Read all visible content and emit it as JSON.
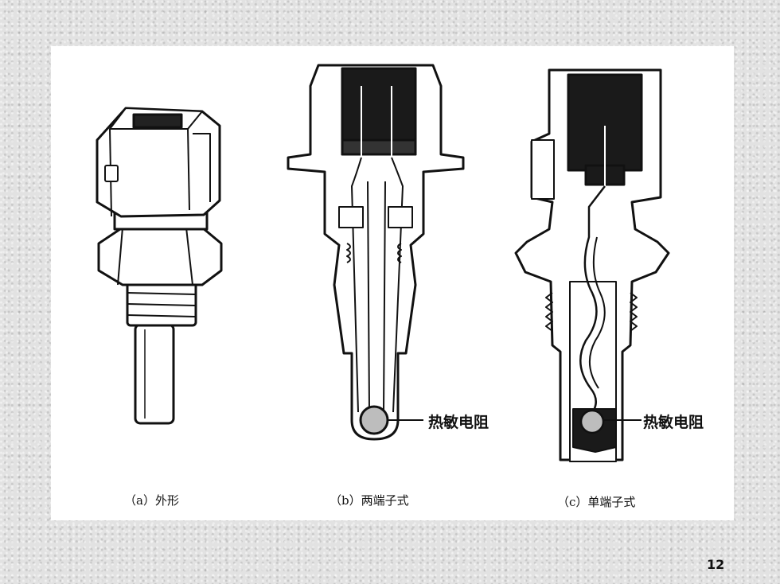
{
  "figure": {
    "callout_b": "热敏电阻",
    "callout_c": "热敏电阻",
    "caption_a": "（a）外形",
    "caption_b": "（b）两端子式",
    "caption_c": "（c）单端子式"
  },
  "page_number": "12",
  "colors": {
    "ink": "#111111",
    "background": "#e2e2e2",
    "panel": "#ffffff"
  }
}
